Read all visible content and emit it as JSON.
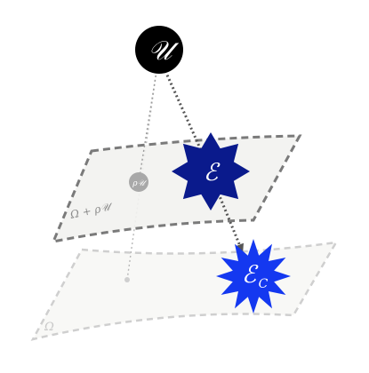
{
  "diagram": {
    "nodes": {
      "U": {
        "label": "𝒰",
        "fill": "#000000",
        "text_color": "#ffffff"
      },
      "E": {
        "label": "ℰ",
        "fill": "#0a1a8c",
        "text_color": "#ffffff"
      },
      "EC": {
        "label": "ℰ",
        "subscript": "C",
        "fill": "#1438f0",
        "text_color": "#ffffff"
      },
      "rhoU": {
        "label": "ρ𝒰",
        "fill": "#a8a8a8",
        "text_color": "#ffffff"
      }
    },
    "planes": {
      "upper": {
        "label": "Ω + ρ𝒰",
        "stroke": "#7a7a7a",
        "fill": "#f2f2ef"
      },
      "lower": {
        "label": "Ω",
        "stroke": "#cfcfcf",
        "fill": "#f8f8f6"
      }
    },
    "colors": {
      "arrow": "#555555",
      "guide": "#b8b8b8"
    }
  }
}
